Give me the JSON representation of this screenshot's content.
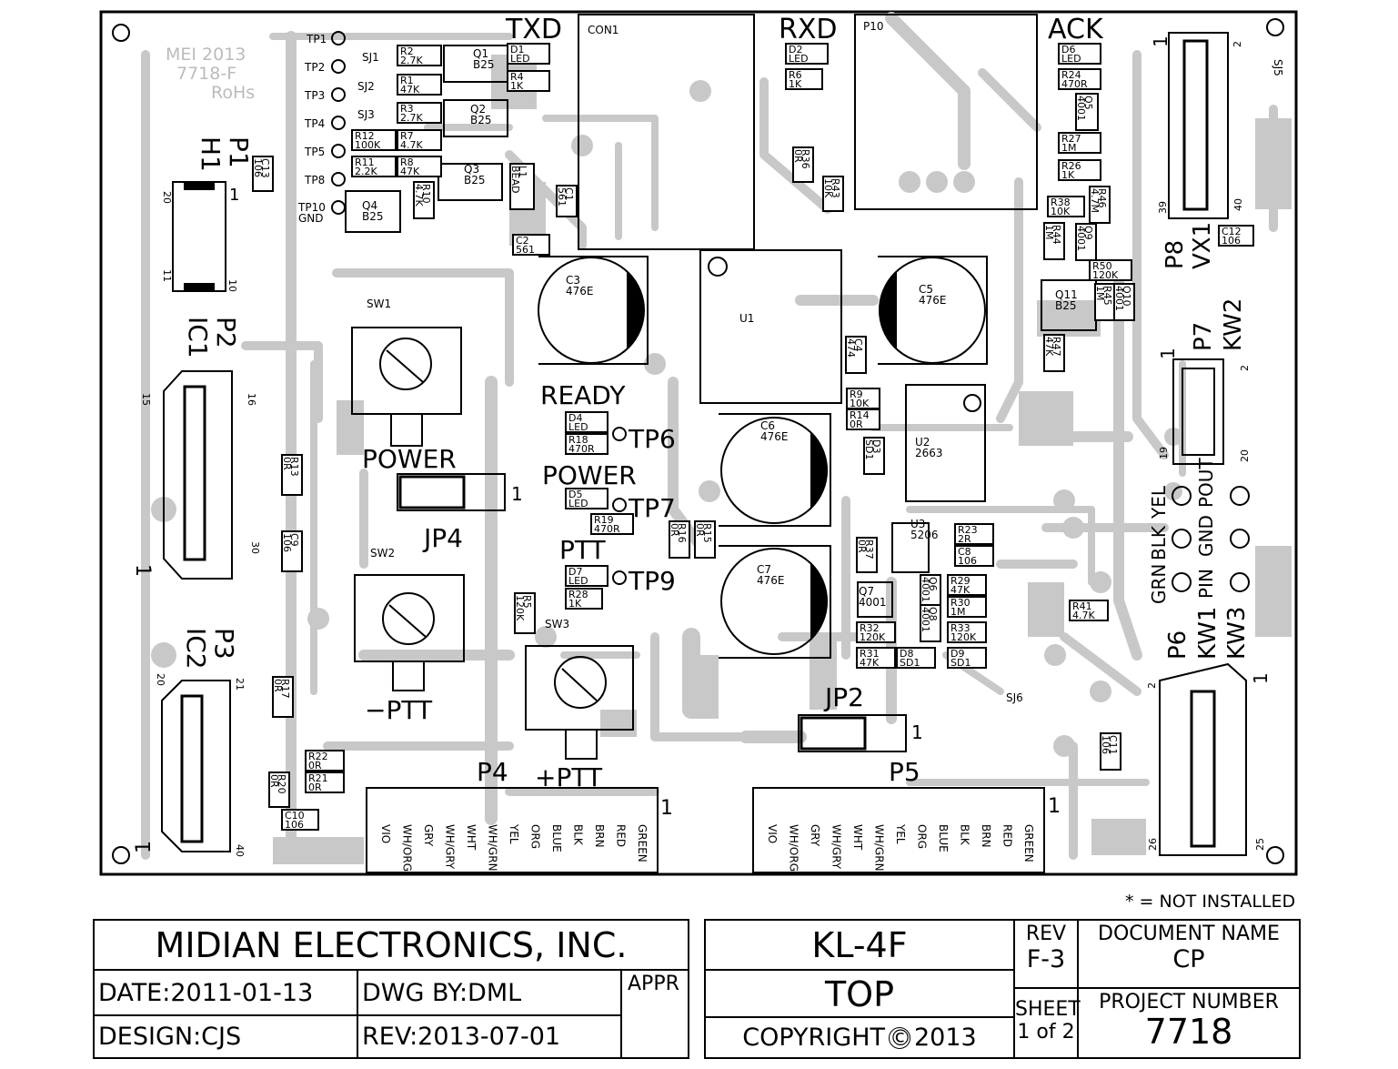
{
  "board": {
    "watermark": [
      "MEI 2013",
      "7718-F",
      "RoHs"
    ],
    "colors": {
      "trace": "#c8c8c8",
      "ink": "#000000",
      "paper": "#ffffff"
    }
  },
  "labels": [
    {
      "id": "txd",
      "text": "TXD"
    },
    {
      "id": "rxd",
      "text": "RXD"
    },
    {
      "id": "ack",
      "text": "ACK"
    },
    {
      "id": "ready",
      "text": "READY"
    },
    {
      "id": "power1",
      "text": "POWER"
    },
    {
      "id": "power2",
      "text": "POWER"
    },
    {
      "id": "ptt",
      "text": "PTT"
    },
    {
      "id": "tp6",
      "text": "TP6"
    },
    {
      "id": "tp7",
      "text": "TP7"
    },
    {
      "id": "tp9",
      "text": "TP9"
    },
    {
      "id": "jp4",
      "text": "JP4"
    },
    {
      "id": "jp2",
      "text": "JP2"
    },
    {
      "id": "mptt",
      "text": "−PTT"
    },
    {
      "id": "pptt",
      "text": "+PTT"
    },
    {
      "id": "p4",
      "text": "P4"
    },
    {
      "id": "p5",
      "text": "P5"
    },
    {
      "id": "p1",
      "text": "P1"
    },
    {
      "id": "h1",
      "text": "H1"
    },
    {
      "id": "p2",
      "text": "P2"
    },
    {
      "id": "ic1",
      "text": "IC1"
    },
    {
      "id": "p3",
      "text": "P3"
    },
    {
      "id": "ic2",
      "text": "IC2"
    },
    {
      "id": "p8",
      "text": "P8"
    },
    {
      "id": "vx1",
      "text": "VX1"
    },
    {
      "id": "p7",
      "text": "P7"
    },
    {
      "id": "kw2",
      "text": "KW2"
    },
    {
      "id": "p6",
      "text": "P6"
    },
    {
      "id": "kw1",
      "text": "KW1"
    },
    {
      "id": "kw3",
      "text": "KW3"
    },
    {
      "id": "yel",
      "text": "YEL"
    },
    {
      "id": "blk",
      "text": "BLK"
    },
    {
      "id": "grn",
      "text": "GRN"
    },
    {
      "id": "pout",
      "text": "POUT"
    },
    {
      "id": "gnd",
      "text": "GND"
    },
    {
      "id": "pin",
      "text": "PIN"
    },
    {
      "id": "one_jp4",
      "text": "1"
    },
    {
      "id": "one_jp2",
      "text": "1"
    },
    {
      "id": "one_p4",
      "text": "1"
    },
    {
      "id": "one_p5",
      "text": "1"
    },
    {
      "id": "one_p8",
      "text": "1"
    },
    {
      "id": "one_p7",
      "text": "1"
    },
    {
      "id": "one_p6",
      "text": "1"
    }
  ],
  "small_labels": [
    {
      "id": "con1",
      "text": "CON1"
    },
    {
      "id": "p10",
      "text": "P10"
    },
    {
      "id": "u1",
      "text": "U1"
    },
    {
      "id": "sw1",
      "text": "SW1"
    },
    {
      "id": "sw2",
      "text": "SW2"
    },
    {
      "id": "sw3",
      "text": "SW3"
    },
    {
      "id": "tp1",
      "text": "TP1"
    },
    {
      "id": "tp2",
      "text": "TP2"
    },
    {
      "id": "tp3",
      "text": "TP3"
    },
    {
      "id": "tp4",
      "text": "TP4"
    },
    {
      "id": "tp5",
      "text": "TP5"
    },
    {
      "id": "tp8",
      "text": "TP8"
    },
    {
      "id": "tp10",
      "text": "TP10"
    },
    {
      "id": "gnd10",
      "text": "GND"
    },
    {
      "id": "sj1",
      "text": "SJ1"
    },
    {
      "id": "sj2",
      "text": "SJ2"
    },
    {
      "id": "sj3",
      "text": "SJ3"
    },
    {
      "id": "sj5",
      "text": "SJ5"
    },
    {
      "id": "sj6",
      "text": "SJ6"
    },
    {
      "id": "n20",
      "text": "20"
    },
    {
      "id": "n11",
      "text": "11"
    },
    {
      "id": "n10",
      "text": "10"
    },
    {
      "id": "n15",
      "text": "15"
    },
    {
      "id": "n16",
      "text": "16"
    },
    {
      "id": "n30",
      "text": "30"
    },
    {
      "id": "n20b",
      "text": "20"
    },
    {
      "id": "n21",
      "text": "21"
    },
    {
      "id": "n40",
      "text": "40"
    },
    {
      "id": "n2a",
      "text": "2"
    },
    {
      "id": "n39",
      "text": "39"
    },
    {
      "id": "n40b",
      "text": "40"
    },
    {
      "id": "n2b",
      "text": "2"
    },
    {
      "id": "n19",
      "text": "19"
    },
    {
      "id": "n20c",
      "text": "20"
    },
    {
      "id": "n2c",
      "text": "2"
    },
    {
      "id": "n26",
      "text": "26"
    },
    {
      "id": "n25",
      "text": "25"
    },
    {
      "id": "one_h1",
      "text": "1"
    },
    {
      "id": "one_ic1",
      "text": "1"
    },
    {
      "id": "one_ic2",
      "text": "1"
    }
  ],
  "components": [
    {
      "ref": "R2",
      "val": "2.7K"
    },
    {
      "ref": "R1",
      "val": "47K"
    },
    {
      "ref": "R3",
      "val": "2.7K"
    },
    {
      "ref": "R7",
      "val": "4.7K"
    },
    {
      "ref": "R12",
      "val": "100K"
    },
    {
      "ref": "R8",
      "val": "47K"
    },
    {
      "ref": "R11",
      "val": "2.2K"
    },
    {
      "ref": "R10",
      "val": "4.7K"
    },
    {
      "ref": "Q1",
      "val": "B25"
    },
    {
      "ref": "Q2",
      "val": "B25"
    },
    {
      "ref": "Q3",
      "val": "B25"
    },
    {
      "ref": "Q4",
      "val": "B25"
    },
    {
      "ref": "D1",
      "val": "LED"
    },
    {
      "ref": "R4",
      "val": "1K"
    },
    {
      "ref": "D2",
      "val": "LED"
    },
    {
      "ref": "R6",
      "val": "1K"
    },
    {
      "ref": "D6",
      "val": "LED"
    },
    {
      "ref": "R24",
      "val": "470R"
    },
    {
      "ref": "Q5",
      "val": "4001"
    },
    {
      "ref": "R27",
      "val": "1M"
    },
    {
      "ref": "R26",
      "val": "1K"
    },
    {
      "ref": "R38",
      "val": "10K"
    },
    {
      "ref": "R46",
      "val": "4.7M"
    },
    {
      "ref": "R44",
      "val": "1M"
    },
    {
      "ref": "Q9",
      "val": "4001"
    },
    {
      "ref": "R50",
      "val": "120K"
    },
    {
      "ref": "R45",
      "val": "1M"
    },
    {
      "ref": "Q10",
      "val": "4001"
    },
    {
      "ref": "Q11",
      "val": "B25"
    },
    {
      "ref": "R47",
      "val": "47K"
    },
    {
      "ref": "C12",
      "val": "106"
    },
    {
      "ref": "C13",
      "val": "106"
    },
    {
      "ref": "L1",
      "val": "BEAD"
    },
    {
      "ref": "C1",
      "val": "561"
    },
    {
      "ref": "C2",
      "val": "561"
    },
    {
      "ref": "R36",
      "val": "0R"
    },
    {
      "ref": "R43",
      "val": "10K"
    },
    {
      "ref": "C3",
      "val": "476E"
    },
    {
      "ref": "C5",
      "val": "476E"
    },
    {
      "ref": "C6",
      "val": "476E"
    },
    {
      "ref": "C7",
      "val": "476E"
    },
    {
      "ref": "C4",
      "val": "474"
    },
    {
      "ref": "R9",
      "val": "10K"
    },
    {
      "ref": "R14",
      "val": "0R"
    },
    {
      "ref": "D3",
      "val": "SD1"
    },
    {
      "ref": "U2",
      "val": "2663"
    },
    {
      "ref": "D4",
      "val": "LED"
    },
    {
      "ref": "R18",
      "val": "470R"
    },
    {
      "ref": "D5",
      "val": "LED"
    },
    {
      "ref": "R19",
      "val": "470R"
    },
    {
      "ref": "R16",
      "val": "0R"
    },
    {
      "ref": "R15",
      "val": "0R"
    },
    {
      "ref": "D7",
      "val": "LED"
    },
    {
      "ref": "R28",
      "val": "1K"
    },
    {
      "ref": "R5",
      "val": "120K"
    },
    {
      "ref": "U3",
      "val": "5206"
    },
    {
      "ref": "R23",
      "val": "2R"
    },
    {
      "ref": "C8",
      "val": "106"
    },
    {
      "ref": "R37",
      "val": "0R"
    },
    {
      "ref": "Q6",
      "val": "4001"
    },
    {
      "ref": "R29",
      "val": "47K"
    },
    {
      "ref": "Q7",
      "val": "4001"
    },
    {
      "ref": "Q8",
      "val": "4001"
    },
    {
      "ref": "R30",
      "val": "1M"
    },
    {
      "ref": "R32",
      "val": "120K"
    },
    {
      "ref": "R33",
      "val": "120K"
    },
    {
      "ref": "R31",
      "val": "47K"
    },
    {
      "ref": "D8",
      "val": "SD1"
    },
    {
      "ref": "D9",
      "val": "SD1"
    },
    {
      "ref": "R41",
      "val": "4.7K"
    },
    {
      "ref": "R13",
      "val": "0R"
    },
    {
      "ref": "C9",
      "val": "106"
    },
    {
      "ref": "R17",
      "val": "0R"
    },
    {
      "ref": "R22",
      "val": "0R"
    },
    {
      "ref": "R21",
      "val": "0R"
    },
    {
      "ref": "R20",
      "val": "0R"
    },
    {
      "ref": "C10",
      "val": "106"
    },
    {
      "ref": "C11",
      "val": "106"
    }
  ],
  "wire_labels": [
    "VIO",
    "WH/ORG",
    "GRY",
    "WH/GRY",
    "WHT",
    "WH/GRN",
    "YEL",
    "ORG",
    "BLUE",
    "BLK",
    "BRN",
    "RED",
    "GREEN"
  ],
  "title_block": {
    "note": "* = NOT INSTALLED",
    "company": "MIDIAN ELECTRONICS, INC.",
    "date": "DATE:2011-01-13",
    "dwg_by": "DWG BY:DML",
    "appr": "APPR",
    "design": "DESIGN:CJS",
    "rev_date": "REV:2013-07-01",
    "model": "KL-4F",
    "view": "TOP",
    "copyright": "COPYRIGHT",
    "copyright_symbol": "©",
    "copyright_year": "2013",
    "rev_label": "REV",
    "rev_value": "F-3",
    "sheet_label": "SHEET",
    "sheet_value": "1 of 2",
    "doc_name_label": "DOCUMENT NAME",
    "doc_name_value": "CP",
    "proj_label": "PROJECT NUMBER",
    "proj_value": "7718"
  }
}
